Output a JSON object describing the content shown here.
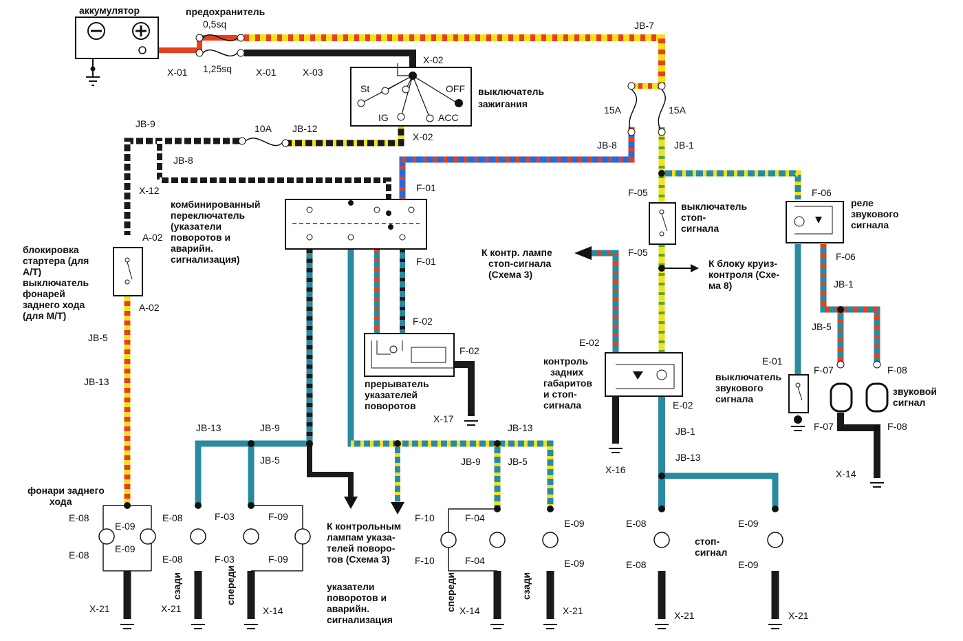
{
  "colors": {
    "yellow": "#f2e21a",
    "red": "#e8401c",
    "black": "#1a1a1a",
    "teal": "#2a8aa0",
    "blue": "#2a6ad8",
    "white": "#ffffff",
    "green": "#5aa632"
  },
  "labels": {
    "battery": "аккумулятор",
    "fuse_title": "предохранитель",
    "fuse_05": "0,5sq",
    "fuse_125": "1,25sq",
    "x01a": "X-01",
    "x01b": "X-01",
    "x03": "X-03",
    "x02a": "X-02",
    "x02b": "X-02",
    "jb7": "JB-7",
    "ign_st": "St",
    "ign_off": "OFF",
    "ign_ig": "IG",
    "ign_acc": "ACC",
    "ign_title_1": "выключатель",
    "ign_title_2": "зажигания",
    "f15a_l": "15A",
    "f15a_r": "15A",
    "jb8_top": "JB-8",
    "jb1_top": "JB-1",
    "jb9_top": "JB-9",
    "f10a": "10A",
    "jb12": "JB-12",
    "jb8_left": "JB-8",
    "x12": "X-12",
    "f01_top": "F-01",
    "f01_bot": "F-01",
    "combo_1": "комбинированный",
    "combo_2": "переключатель",
    "combo_3": "(указатели",
    "combo_4": "поворотов и",
    "combo_5": "аварийн.",
    "combo_6": "сигнализация)",
    "a02_top": "A-02",
    "a02_bot": "A-02",
    "block_1": "блокировка",
    "block_2": "стартера (для",
    "block_3": "А/Т)",
    "block_4": "выключатель",
    "block_5": "фонарей",
    "block_6": "заднего хода",
    "block_7": "(для М/Т)",
    "jb5_left": "JB-5",
    "jb13_left": "JB-13",
    "f02_top": "F-02",
    "f02_right": "F-02",
    "flasher_1": "прерыватель",
    "flasher_2": "указателей",
    "flasher_3": "поворотов",
    "x17": "X-17",
    "stoplamp_1": "К контр. лампе",
    "stoplamp_2": "стоп-сигнала",
    "stoplamp_3": "(Схема 3)",
    "f05_top": "F-05",
    "f05_bot": "F-05",
    "stopsw_1": "выключатель",
    "stopsw_2": "стоп-",
    "stopsw_3": "сигнала",
    "cruise_1": "К блоку круиз-",
    "cruise_2": "контроля (Схе-",
    "cruise_3": "ма 8)",
    "e02_top": "E-02",
    "e02_bot": "E-02",
    "ctrl_1": "контроль",
    "ctrl_2": "задних",
    "ctrl_3": "габаритов",
    "ctrl_4": "и стоп-",
    "ctrl_5": "сигнала",
    "x16": "X-16",
    "f06_top": "F-06",
    "f06_bot": "F-06",
    "relay_1": "реле",
    "relay_2": "звукового",
    "relay_3": "сигнала",
    "jb1_right": "JB-1",
    "jb5_right": "JB-5",
    "e01": "E-01",
    "f07_top": "F-07",
    "f07_bot": "F-07",
    "f08_top": "F-08",
    "f08_bot": "F-08",
    "hornsw_1": "выключатель",
    "hornsw_2": "звукового",
    "hornsw_3": "сигнала",
    "horn_1": "звуковой",
    "horn_2": "сигнал",
    "x14_right": "X-14",
    "jb1_mid": "JB-1",
    "jb13_mid": "JB-13",
    "jb13_a": "JB-13",
    "jb9_a": "JB-9",
    "jb5_a": "JB-5",
    "jb13_b": "JB-13",
    "jb9_b": "JB-9",
    "jb5_b": "JB-5",
    "reverse_1": "фонари заднего",
    "reverse_2": "хода",
    "e08_a1": "E-08",
    "e09_a1": "E-09",
    "e08_a2": "E-08",
    "e09_a2": "E-09",
    "e08_b1": "E-08",
    "e08_b2": "E-08",
    "f03_1": "F-03",
    "f03_2": "F-03",
    "f09_1": "F-09",
    "f09_2": "F-09",
    "tolamps_1": "К контрольным",
    "tolamps_2": "лампам указа-",
    "tolamps_3": "телей поворо-",
    "tolamps_4": "тов (Схема 3)",
    "turn_1": "указатели",
    "turn_2": "поворотов и",
    "turn_3": "аварийн.",
    "turn_4": "сигнализация",
    "f10_1": "F-10",
    "f10_2": "F-10",
    "f04_1": "F-04",
    "f04_2": "F-04",
    "e09_c1": "E-09",
    "e09_c2": "E-09",
    "e08_d1": "E-08",
    "e08_d2": "E-08",
    "e09_e1": "E-09",
    "e09_e2": "E-09",
    "stop_1": "стоп-",
    "stop_2": "сигнал",
    "szadi_1": "сзади",
    "speredi_1": "спереди",
    "speredi_2": "спереди",
    "szadi_2": "сзади",
    "x21_a": "X-21",
    "x21_b": "X-21",
    "x14_a": "X-14",
    "x14_b": "X-14",
    "x21_c": "X-21",
    "x21_d": "X-21",
    "x21_e": "X-21"
  }
}
